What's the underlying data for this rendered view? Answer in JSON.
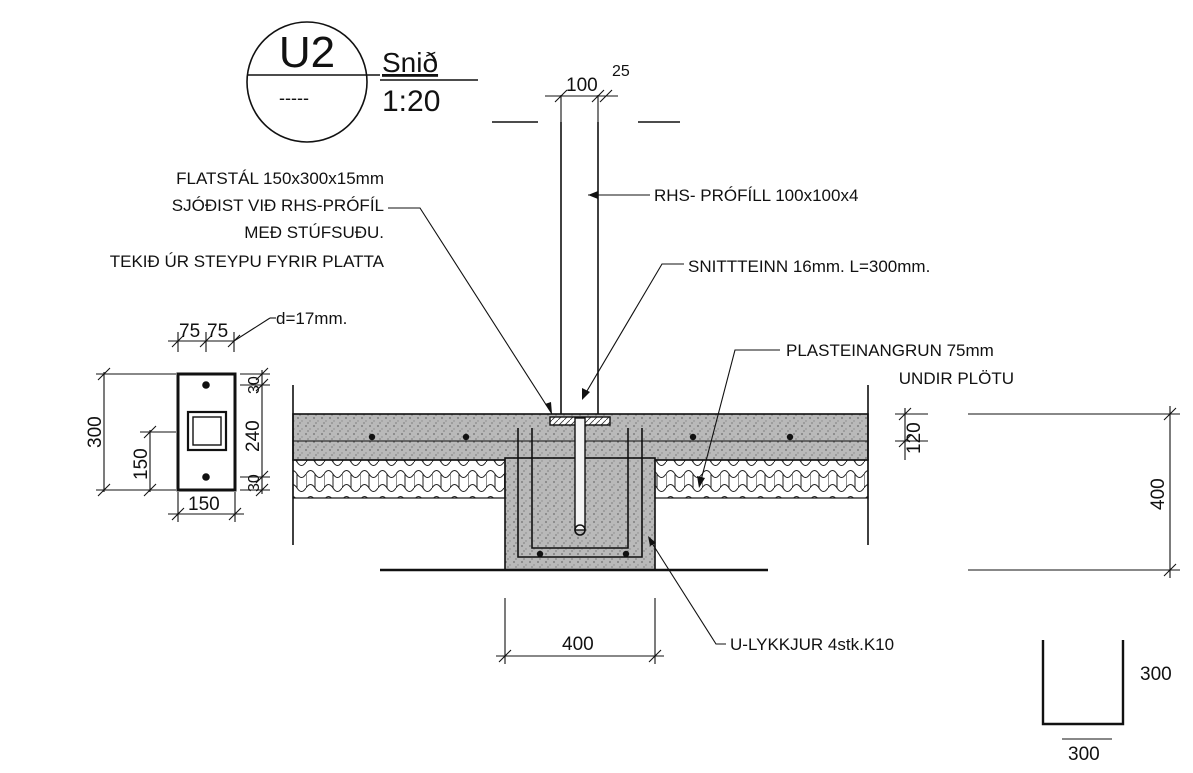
{
  "title_block": {
    "detail_id": "U2",
    "detail_ref": "-----",
    "view_label": "Snið",
    "scale": "1:20"
  },
  "notes": {
    "flatstal_line1": "FLATSTÁL 150x300x15mm",
    "flatstal_line2": "SJÓÐIST VIÐ RHS-PRÓFÍL",
    "flatstal_line3": "MEÐ STÚFSUÐU.",
    "flatstal_line4": "TEKIÐ ÚR STEYPU FYRIR PLATTA",
    "rhs": "RHS- PRÓFÍLL 100x100x4",
    "snittteinn": "SNITTTEINN 16mm. L=300mm.",
    "insulation_line1": "PLASTEINANGRUN 75mm",
    "insulation_line2": "UNDIR PLÖTU",
    "u_loops": "U-LYKKJUR 4stk.K10",
    "hole_dia": "d=17mm."
  },
  "dimensions": {
    "rhs_width": "100",
    "rhs_gap": "25",
    "plate_hole_a": "75",
    "plate_hole_b": "75",
    "plate_height": "300",
    "plate_half": "150",
    "plate_width": "150",
    "edge_top": "30",
    "hole_spacing": "240",
    "edge_bottom": "30",
    "slab_thickness": "120",
    "total_depth": "400",
    "footing_width": "400",
    "u_height": "300",
    "u_width": "300"
  }
}
